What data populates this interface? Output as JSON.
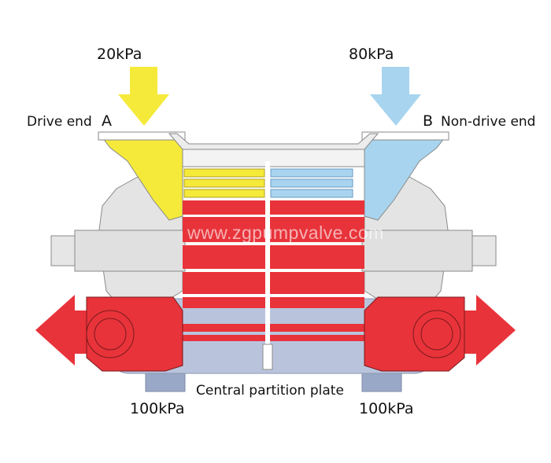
{
  "labels": {
    "inlet_a_pressure": "20kPa",
    "inlet_b_pressure": "80kPa",
    "drive_end": "Drive end",
    "end_a": "A",
    "end_b": "B",
    "non_drive_end": "Non-drive end",
    "partition": "Central partition plate",
    "outlet_left_pressure": "100kPa",
    "outlet_right_pressure": "100kPa"
  },
  "watermark": "www.zgpumpvalve.com",
  "colors": {
    "stage_a": "#f5ea3a",
    "stage_b": "#a8d4ef",
    "pressure_red": "#e8333a",
    "casing": "#e4e4e4",
    "outline": "#8a8a8a",
    "base": "#9aa8c8"
  }
}
